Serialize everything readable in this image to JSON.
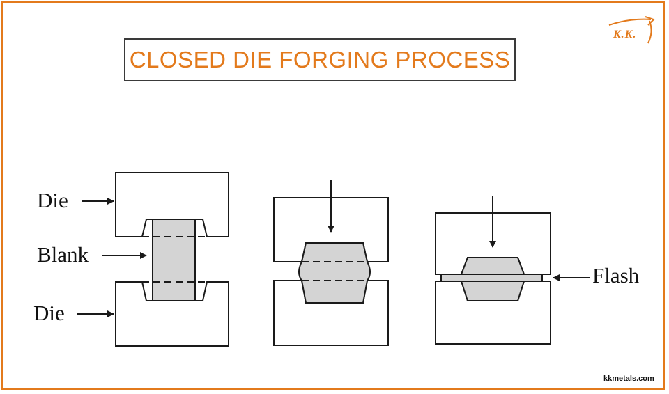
{
  "title": "CLOSED DIE FORGING PROCESS",
  "logo": {
    "text": "K.K.",
    "icon": "kk-logo-icon"
  },
  "footer": "kkmetals.com",
  "labels": {
    "die_top": "Die",
    "blank": "Blank",
    "die_bottom": "Die",
    "flash": "Flash"
  },
  "colors": {
    "accent": "#e37a1c",
    "workpiece": "#d4d4d4",
    "line": "#1a1a1a"
  }
}
